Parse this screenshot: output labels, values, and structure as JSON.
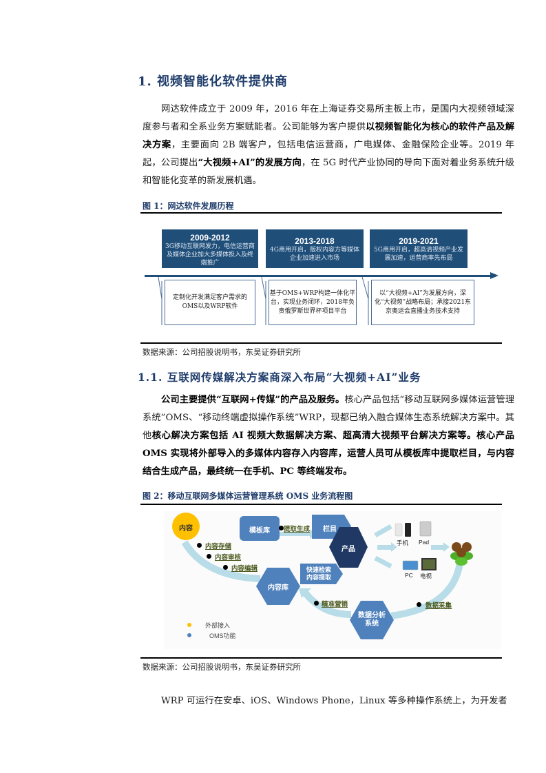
{
  "section1": {
    "heading": "1.  视频智能化软件提供商",
    "para1": {
      "s1": "网达软件成立于 2009 年，2016 年在上海证券交易所主板上市，是国内大视频领域深度参与者和全系业务方案赋能者。公司能够为客户提供",
      "b1": "以视频智能化为核心的软件产品及解决方案",
      "s2": "，主要面向 2B 端客户，包括电信运营商，广电媒体、金融保险企业等。2019 年起，公司提出",
      "b2": "“大视频+AI”的发展方向",
      "s3": "，在 5G 时代产业协同的导向下面对着业务系统升级和智能化变革的新发展机遇。"
    }
  },
  "figure1": {
    "title": "图 1：网达软件发展历程",
    "phases": [
      {
        "year": "2009-2012",
        "desc": "3G移动互联网发力，电信运营商及媒体企业加大多媒体投入及终端推广",
        "note": "定制化开发满足客户需求的OMS以及WRP软件"
      },
      {
        "year": "2013-2018",
        "desc": "4G商用开启，版权内容方等媒体企业加速进入市场",
        "note": "基于OMS+WRP构建一体化平台，实现业务闭环，2018年负责俄罗斯世界杯项目平台"
      },
      {
        "year": "2019-2021",
        "desc": "5G商用开启，超高清视频产业发展加速，运营商率先布局",
        "note": "以“大视频+AI”为发展方向，深化“大视频”战略布局；承接2021东京奥运会直播业务技术支持"
      }
    ],
    "source": "数据来源：公司招股说明书，东吴证券研究所"
  },
  "section11": {
    "heading": "1.1.  互联网传媒解决方案商深入布局“大视频+AI”业务",
    "para": {
      "b1": "公司主要提供“互联网+传媒”的产品及服务。",
      "s1": "核心产品包括“移动互联网多媒体运营管理系统”OMS、“移动终端虚拟操作系统”WRP，现都已纳入融合媒体生态系统解决方案中。其他",
      "b2": "核心解决方案包括 AI 视频大数据解决方案、超高清大视频平台解决方案等。核心产品 OMS 实现将外部导入的多媒体内容存入内容库，运营人员可从模板库中提取栏目，与内容结合生成产品，最终统一在手机、PC 等终端发布。"
    }
  },
  "figure2": {
    "title": "图 2：移动互联网多媒体运营管理系统 OMS 业务流程图",
    "nodes": {
      "content": "内容",
      "template_lib": "模板库",
      "column": "栏目",
      "product": "产品",
      "content_lib": "内容库",
      "analytics": "数据分析系统",
      "analytics_l1": "数据分析",
      "analytics_l2": "系统",
      "search_l1": "快速检索",
      "search_l2": "内容提取"
    },
    "flows": {
      "extract": "提取生成",
      "store": "内容存储",
      "review": "内容审核",
      "edit": "内容编辑",
      "marketing": "精准营销",
      "collect": "数据采集"
    },
    "devices": {
      "phone": "手机",
      "pad": "Pad",
      "pc": "PC",
      "tv": "电视"
    },
    "legend": [
      {
        "label": "外部接入",
        "color": "#ffc000"
      },
      {
        "label": "OMS功能",
        "color": "#4f81bd"
      }
    ],
    "colors": {
      "yellow": "#ffc000",
      "blue": "#4f81bd",
      "navy": "#1f3864",
      "arrow": "#b8dde8"
    },
    "source": "数据来源：公司招股说明书，东吴证券研究所"
  },
  "closing": {
    "text": "WRP 可运行在安卓、iOS、Windows Phone，Linux 等多种操作系统上，为开发者"
  }
}
